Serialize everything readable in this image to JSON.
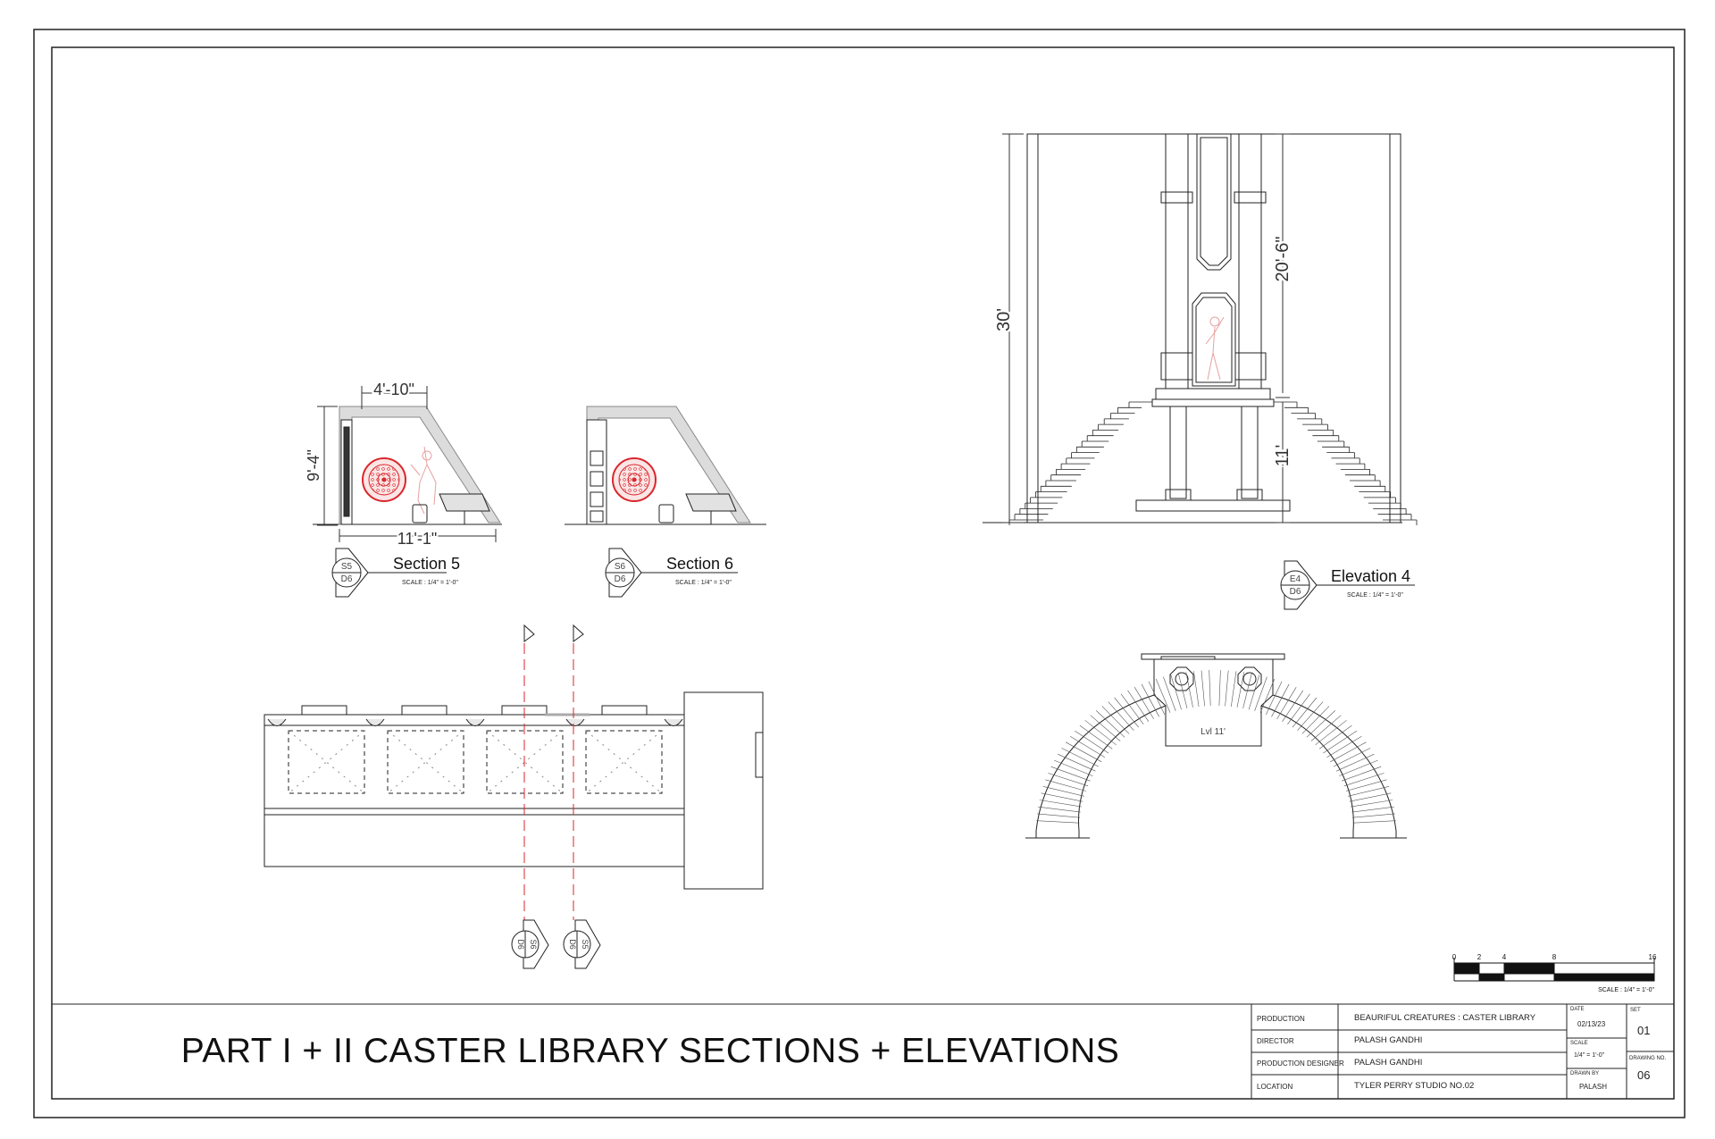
{
  "sheet": {
    "title": "PART I + II CASTER LIBRARY SECTIONS + ELEVATIONS"
  },
  "title_block": {
    "production_label": "PRODUCTION",
    "production_value": "BEAURIFUL CREATURES : CASTER LIBRARY",
    "director_label": "DIRECTOR",
    "director_value": "PALASH GANDHI",
    "production_designer_label": "PRODUCTION DESIGNER",
    "production_designer_value": "PALASH GANDHI",
    "location_label": "LOCATION",
    "location_value": "TYLER PERRY STUDIO NO.02",
    "date_label": "DATE",
    "date_value": "02/13/23",
    "scale_label": "SCALE",
    "scale_value": "1/4\" = 1'-0\"",
    "drawn_by_label": "DRAWN BY",
    "drawn_by_value": "PALASH",
    "set_label": "SET",
    "set_value": "01",
    "drawing_no_label": "DRAWING NO.",
    "drawing_no_value": "06"
  },
  "section5": {
    "title": "Section 5",
    "scale": "SCALE : 1/4\" = 1'-0\"",
    "tag_top": "S5",
    "tag_bottom": "D6",
    "dim_top": "4'-10\"",
    "dim_left": "9'-4\"",
    "dim_bottom": "11'-1\""
  },
  "section6": {
    "title": "Section 6",
    "scale": "SCALE : 1/4\" = 1'-0\"",
    "tag_top": "S6",
    "tag_bottom": "D6"
  },
  "elevation4": {
    "title": "Elevation 4",
    "scale": "SCALE : 1/4\" = 1'-0\"",
    "tag_top": "E4",
    "tag_bottom": "D6",
    "dim_height": "30'",
    "dim_upper": "20'-6\"",
    "dim_lower": "11'"
  },
  "plan": {
    "marker_a_top": "S6",
    "marker_a_bottom": "D6",
    "marker_b_top": "S5",
    "marker_b_bottom": "D6"
  },
  "stair_plan": {
    "level_label": "Lvl 11'"
  },
  "scale_bar": {
    "tick_0": "0",
    "tick_2": "2",
    "tick_4": "4",
    "tick_8": "8",
    "tick_16": "16",
    "caption": "SCALE : 1/4\" = 1'-0\""
  },
  "colors": {
    "line": "#222222",
    "accent_red": "#d9262c",
    "fill_gray": "#d4d4d4"
  }
}
